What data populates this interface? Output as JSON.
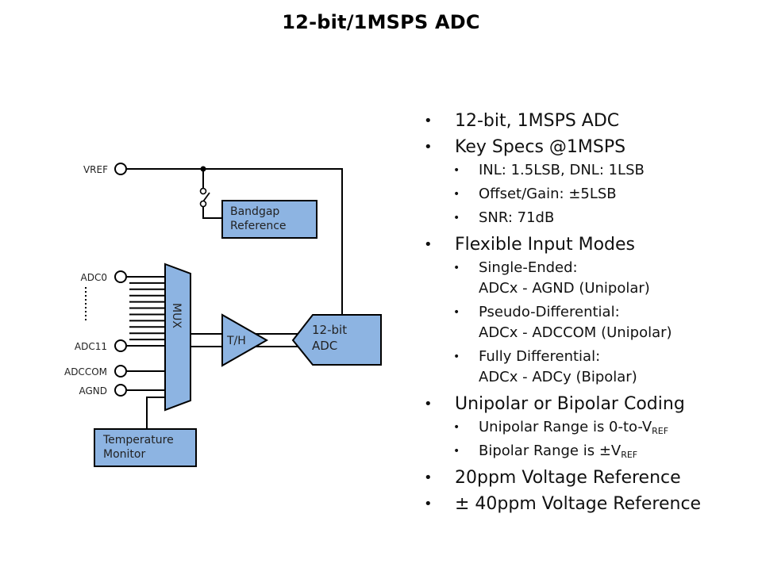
{
  "title": "12-bit/1MSPS ADC",
  "diagram": {
    "pins": {
      "vref": "VREF",
      "adc0": "ADC0",
      "adc11": "ADC11",
      "adccom": "ADCCOM",
      "agnd": "AGND"
    },
    "blocks": {
      "bandgap_line1": "Bandgap",
      "bandgap_line2": "Reference",
      "mux": "MUX",
      "th": "T/H",
      "adc_line1": "12-bit",
      "adc_line2": "ADC",
      "temp_line1": "Temperature",
      "temp_line2": "Monitor"
    },
    "colors": {
      "block_fill": "#8DB4E2",
      "line": "#000000"
    },
    "mux_input_lines": 12
  },
  "bullets": [
    {
      "text": "12-bit, 1MSPS ADC",
      "sub": []
    },
    {
      "text": "Key Specs @1MSPS",
      "sub": [
        {
          "line1": "INL: 1.5LSB, DNL: 1LSB"
        },
        {
          "line1": "Offset/Gain: ±5LSB"
        },
        {
          "line1": "SNR: 71dB"
        }
      ]
    },
    {
      "text": "Flexible Input Modes",
      "sub": [
        {
          "line1": "Single-Ended:",
          "line2": "ADCx - AGND (Unipolar)"
        },
        {
          "line1": "Pseudo-Differential:",
          "line2": "ADCx - ADCCOM (Unipolar)"
        },
        {
          "line1": "Fully Differential:",
          "line2": "ADCx - ADCy (Bipolar)"
        }
      ]
    },
    {
      "text": "Unipolar or Bipolar Coding",
      "sub": [
        {
          "line1": "Unipolar Range is 0-to-V",
          "subscript": "REF"
        },
        {
          "line1": "Bipolar Range is ±V",
          "subscript": "REF"
        }
      ]
    },
    {
      "text": "20ppm Voltage Reference",
      "sub": []
    },
    {
      "text": "± 40ppm Voltage Reference",
      "sub": []
    }
  ],
  "bullet_glyph": "•"
}
